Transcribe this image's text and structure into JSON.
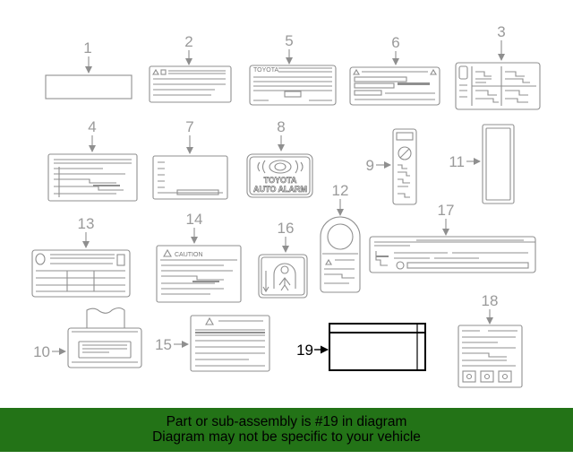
{
  "diagram": {
    "part_numbers": [
      "1",
      "2",
      "3",
      "4",
      "5",
      "6",
      "7",
      "8",
      "9",
      "10",
      "11",
      "12",
      "13",
      "14",
      "15",
      "16",
      "17",
      "18",
      "19"
    ],
    "highlighted_part": "19",
    "label_text": {
      "toyota_5": "TOYOTA",
      "caution": "CAUTION",
      "alarm_line1": "TOYOTA",
      "alarm_line2": "AUTO ALARM"
    }
  },
  "banner": {
    "line1": "Part or sub-assembly is #19 in diagram",
    "line2": "Diagram may not be specific to your vehicle"
  },
  "colors": {
    "banner_bg": "#237317",
    "banner_text": "#000000",
    "line_gray": "#8f8f8f",
    "highlight": "#000000"
  }
}
